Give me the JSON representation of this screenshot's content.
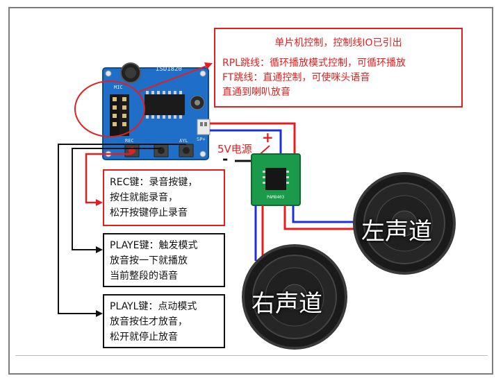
{
  "mcu_box": {
    "title": "单片机控制，控制线IO已引出",
    "lines": [
      "RPL跳线：循环播放模式控制，可循环播放",
      "FT跳线：直通控制，可使咪头语音",
      "直通到喇叭放音"
    ]
  },
  "rec_box": {
    "lines": [
      "REC键：录音按键，",
      "按住就能录音，",
      "松开按键停止录音"
    ]
  },
  "playe_box": {
    "lines": [
      "PLAYE键：触发模式",
      "放音按一下就播放",
      "当前整段的语音"
    ]
  },
  "playl_box": {
    "lines": [
      "PLAYL键：点动模式",
      "放音按住才放音，",
      "松开就停止放音"
    ]
  },
  "power": {
    "label": "5V电源",
    "plus": "+",
    "minus": "-"
  },
  "speakers": {
    "left": "左声道",
    "right": "右声道"
  },
  "board_silk": {
    "chip": "ISD1820",
    "mic": "MIC",
    "rec": "REC",
    "ayl": "AYL",
    "spk": "SP+",
    "amp": "PAM8403"
  },
  "colors": {
    "red": "#e41e1e",
    "blue": "#1d2fd6",
    "black": "#111111",
    "pcb": "#1f6fc8",
    "amp_pcb": "#1a9a4a"
  }
}
